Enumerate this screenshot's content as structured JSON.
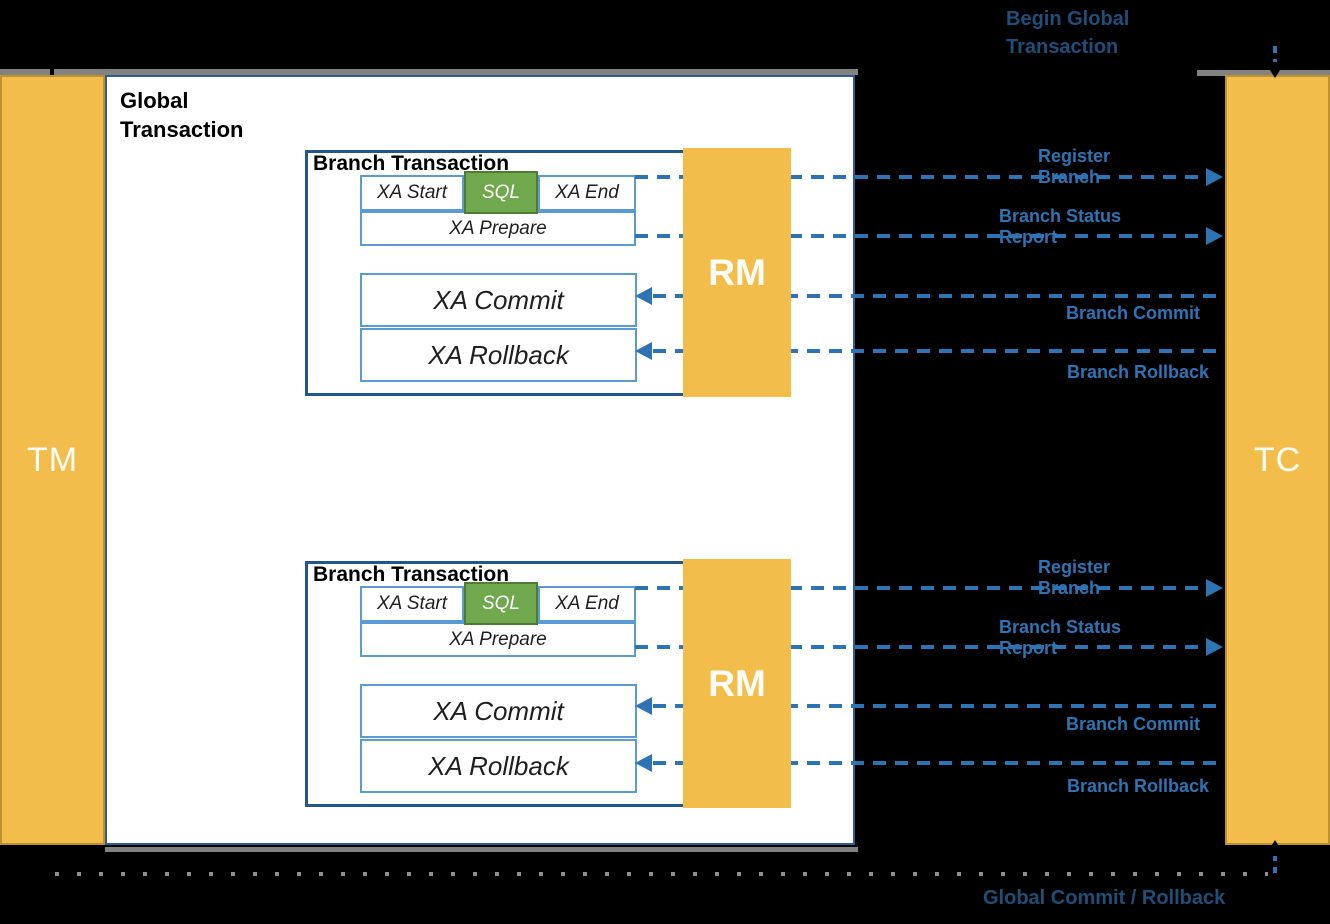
{
  "diagram": {
    "tm_label": "TM",
    "tc_label": "TC",
    "global_transaction_title": "Global Transaction",
    "top_flow_label": "Begin Global Transaction",
    "bottom_flow_label": "Global Commit / Rollback"
  },
  "branches": [
    {
      "title": "Branch Transaction",
      "rm_label": "RM",
      "steps": {
        "xa_start": "XA Start",
        "sql": "SQL",
        "xa_end": "XA End",
        "xa_prepare": "XA Prepare",
        "xa_commit": "XA Commit",
        "xa_rollback": "XA Rollback"
      },
      "messages": {
        "register_branch": "Register Branch",
        "branch_status_report": "Branch Status Report",
        "branch_commit": "Branch Commit",
        "branch_rollback": "Branch Rollback"
      }
    },
    {
      "title": "Branch Transaction",
      "rm_label": "RM",
      "steps": {
        "xa_start": "XA Start",
        "sql": "SQL",
        "xa_end": "XA End",
        "xa_prepare": "XA Prepare",
        "xa_commit": "XA Commit",
        "xa_rollback": "XA Rollback"
      },
      "messages": {
        "register_branch": "Register Branch",
        "branch_status_report": "Branch Status Report",
        "branch_commit": "Branch Commit",
        "branch_rollback": "Branch Rollback"
      }
    }
  ],
  "colors": {
    "background": "#000000",
    "actor_fill": "#F2BD4B",
    "actor_border": "#C0922E",
    "sql_fill": "#6FA84D",
    "sql_border": "#4F7B33",
    "inner_box_border": "#5B9BD5",
    "branch_box_border": "#24568E",
    "global_box_border": "#2E5B94",
    "message_blue": "#2E74B5",
    "flow_label_blue": "#1F4E79",
    "shadow_gray": "#828282"
  }
}
